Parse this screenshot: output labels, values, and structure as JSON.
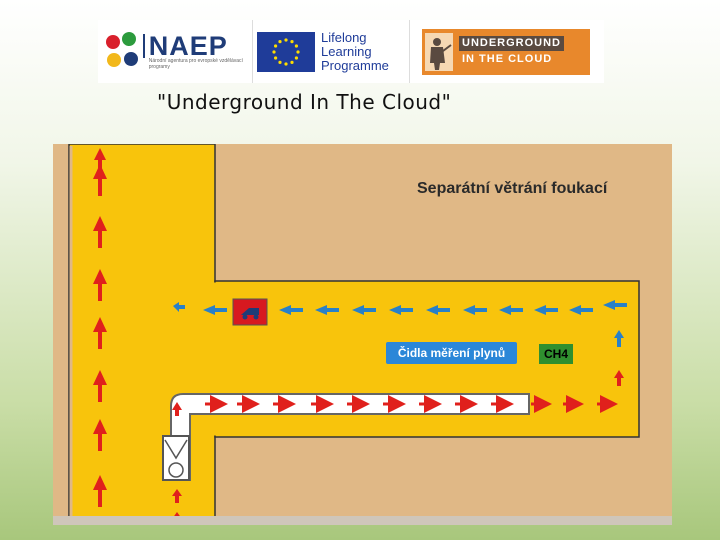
{
  "logos": {
    "naep": {
      "word": "NAEP",
      "sub": "Národní agentura pro evropské vzdělávací programy"
    },
    "eu": {
      "lines": [
        "Lifelong",
        "Learning",
        "Programme"
      ]
    },
    "project": {
      "line1": "UNDERGROUND",
      "line2": "IN THE CLOUD"
    }
  },
  "slide_title": "\"Underground In The Cloud\"",
  "diagram": {
    "title": "Separátní větrání foukací",
    "sensor_label": "Čidla měření plynů",
    "gas_label": "CH4"
  },
  "colors": {
    "rock": "#e0b886",
    "tunnel": "#f8c40c",
    "fresh_air": "#e0201c",
    "return_air": "#2880c8",
    "sensor": "#2b87d8",
    "ch4": "#2f8f2f"
  },
  "icons": [
    "naep-logo",
    "eu-flag-icon",
    "miner-icon",
    "vehicle-icon",
    "fan-icon"
  ]
}
